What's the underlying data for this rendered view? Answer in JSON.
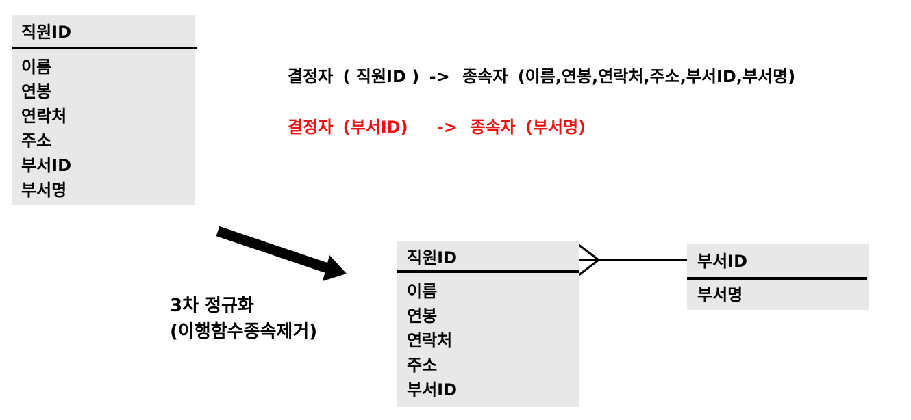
{
  "original_table": {
    "pk": "직원ID",
    "attributes": [
      "이름",
      "연봉",
      "연락처",
      "주소",
      "부서ID",
      "부서명"
    ]
  },
  "dependencies": [
    {
      "determinant_label": "결정자",
      "determinant": "( 직원ID )",
      "arrow": "->",
      "dependent_label": "종속자",
      "dependent": "(이름,연봉,연락처,주소,부서ID,부서명)",
      "color": "#000000"
    },
    {
      "determinant_label": "결정자",
      "determinant": "(부서ID)",
      "arrow": "->",
      "dependent_label": "종속자",
      "dependent": "(부서명)",
      "color": "#ee1111"
    }
  ],
  "step_label": {
    "line1": "3차 정규화",
    "line2": "(이행함수종속제거)"
  },
  "employee_table": {
    "pk": "직원ID",
    "attributes": [
      "이름",
      "연봉",
      "연락처",
      "주소",
      "부서ID"
    ]
  },
  "department_table": {
    "pk": "부서ID",
    "attributes": [
      "부서명"
    ]
  }
}
